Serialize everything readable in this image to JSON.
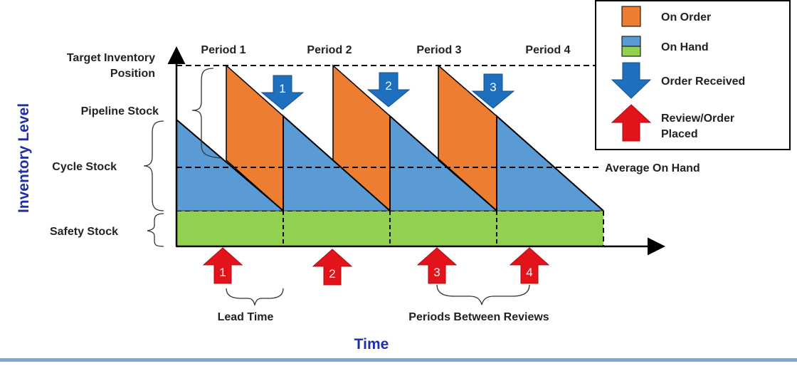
{
  "colors": {
    "on_order": "#ed7d31",
    "on_hand": "#5b9bd5",
    "safety": "#92d050",
    "order_received": "#1f6fbf",
    "review_placed": "#e3131b",
    "axis_title": "#1f2fa8",
    "bottom_bar": "#7fa7d6"
  },
  "icons": {
    "order_received": "arrow-down-icon",
    "review_placed": "arrow-up-icon"
  },
  "axes": {
    "y_title": "Inventory Level",
    "x_title": "Time"
  },
  "levels": {
    "target_line1": "Target Inventory",
    "target_line2": "Position",
    "pipeline": "Pipeline Stock",
    "cycle": "Cycle Stock",
    "safety": "Safety Stock",
    "average": "Average On Hand"
  },
  "periods": [
    "Period 1",
    "Period 2",
    "Period 3",
    "Period 4"
  ],
  "orders_received": [
    "1",
    "2",
    "3"
  ],
  "reviews": [
    "1",
    "2",
    "3",
    "4"
  ],
  "annotations": {
    "lead_time": "Lead Time",
    "periods_between": "Periods Between Reviews"
  },
  "legend": {
    "on_order": "On Order",
    "on_hand": "On Hand",
    "order_received": "Order Received",
    "review_line1": "Review/Order",
    "review_line2": "Placed"
  }
}
